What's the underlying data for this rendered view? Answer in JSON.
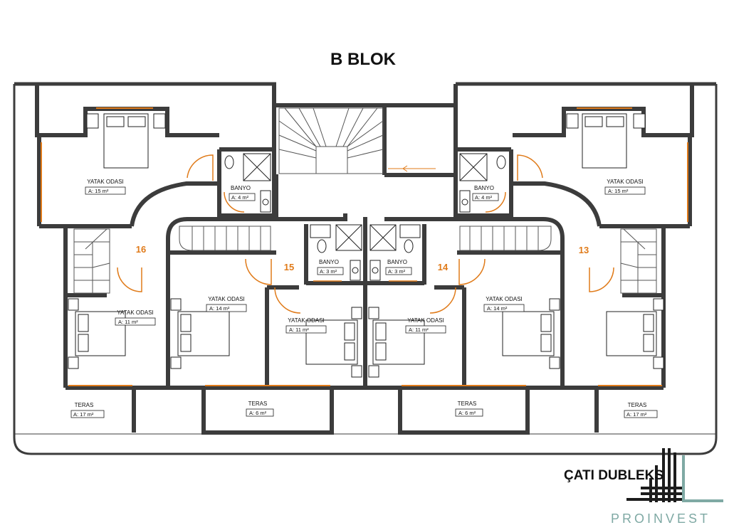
{
  "title": "B BLOK",
  "subtitle": "ÇATI DUBLEKS",
  "brand": "PROINVEST",
  "colors": {
    "wall": "#3c3c3c",
    "door": "#e07b1a",
    "brand": "#7fa9a4",
    "logo": "#1c1c1c"
  },
  "units": {
    "u16": "16",
    "u15": "15",
    "u14": "14",
    "u13": "13"
  },
  "rooms": {
    "bed_tl": {
      "name": "YATAK ODASI",
      "area": "A:     15 m²"
    },
    "bath_tl": {
      "name": "BANYO",
      "area": "A:  4 m²"
    },
    "bath_tr": {
      "name": "BANYO",
      "area": "A:  4 m²"
    },
    "bed_tr": {
      "name": "YATAK ODASI",
      "area": "A:     15 m²"
    },
    "bed_l16": {
      "name": "YATAK ODASI",
      "area": "A:     11 m²"
    },
    "bed_m15": {
      "name": "YATAK ODASI",
      "area": "A:     14 m²"
    },
    "bed_s15": {
      "name": "YATAK ODASI",
      "area": "A:     11 m²"
    },
    "bath_15": {
      "name": "BANYO",
      "area": "A:  3 m²"
    },
    "bath_14": {
      "name": "BANYO",
      "area": "A:  3 m²"
    },
    "bed_s14": {
      "name": "YATAK ODASI",
      "area": "A:     11 m²"
    },
    "bed_m14": {
      "name": "YATAK ODASI",
      "area": "A:     14 m²"
    },
    "ter_l": {
      "name": "TERAS",
      "area": "A: 17 m²"
    },
    "ter_ml": {
      "name": "TERAS",
      "area": "A: 6 m²"
    },
    "ter_mr": {
      "name": "TERAS",
      "area": "A: 6 m²"
    },
    "ter_r": {
      "name": "TERAS",
      "area": "A: 17 m²"
    }
  }
}
